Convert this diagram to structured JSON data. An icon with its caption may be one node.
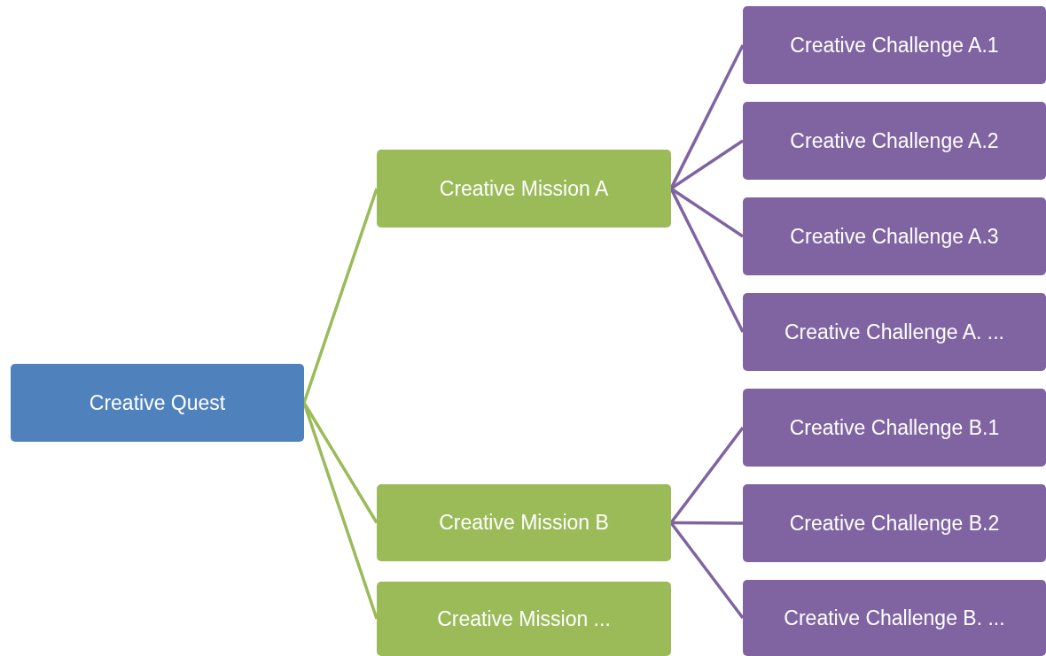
{
  "diagram": {
    "nodes": [
      {
        "text": [
          "Creative Quest"
        ]
      },
      {
        "text": [
          "Creative Mission A"
        ]
      },
      {
        "text": [
          "Creative Mission B"
        ]
      },
      {
        "text": [
          "Creative Mission ..."
        ]
      },
      {
        "text": [
          "Creative Challenge A.1"
        ]
      },
      {
        "text": [
          "Creative Challenge A.2"
        ]
      },
      {
        "text": [
          "Creative Challenge A.3"
        ]
      },
      {
        "text": [
          "Creative Challenge A. ..."
        ]
      },
      {
        "text": [
          "Creative Challenge B.1"
        ]
      },
      {
        "text": [
          "Creative Challenge B.2"
        ]
      },
      {
        "text": [
          "Creative Challenge B. ..."
        ]
      }
    ],
    "edges": [
      {
        "from": 0,
        "to": 1,
        "arrow": "none",
        "color": "#9bbb59"
      },
      {
        "from": 0,
        "to": 2,
        "arrow": "none",
        "color": "#9bbb59"
      },
      {
        "from": 0,
        "to": 3,
        "arrow": "none",
        "color": "#9bbb59"
      },
      {
        "from": 1,
        "to": 4,
        "arrow": "none"
      },
      {
        "from": 1,
        "to": 5,
        "arrow": "none"
      },
      {
        "from": 1,
        "to": 6,
        "arrow": "none"
      },
      {
        "from": 1,
        "to": 7,
        "arrow": "none"
      },
      {
        "from": 2,
        "to": 8,
        "arrow": "none"
      },
      {
        "from": 2,
        "to": 9,
        "arrow": "none"
      },
      {
        "from": 2,
        "to": 10,
        "arrow": "none"
      }
    ]
  }
}
